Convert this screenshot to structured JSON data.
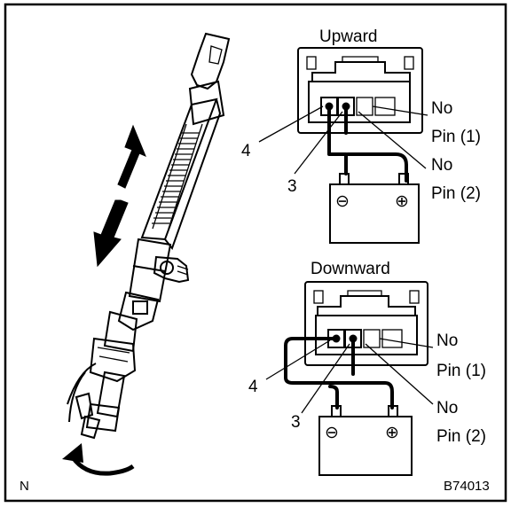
{
  "upward": {
    "title": "Upward",
    "label_4": "4",
    "label_3": "3",
    "no_pin_1_a": "No",
    "no_pin_1_b": "Pin (1)",
    "no_pin_2_a": "No",
    "no_pin_2_b": "Pin (2)",
    "neg_symbol": "⊖",
    "pos_symbol": "⊕"
  },
  "downward": {
    "title": "Downward",
    "label_4": "4",
    "label_3": "3",
    "no_pin_1_a": "No",
    "no_pin_1_b": "Pin (1)",
    "no_pin_2_a": "No",
    "no_pin_2_b": "Pin (2)",
    "neg_symbol": "⊖",
    "pos_symbol": "⊕"
  },
  "corner_left": "N",
  "figure_code": "B74013"
}
